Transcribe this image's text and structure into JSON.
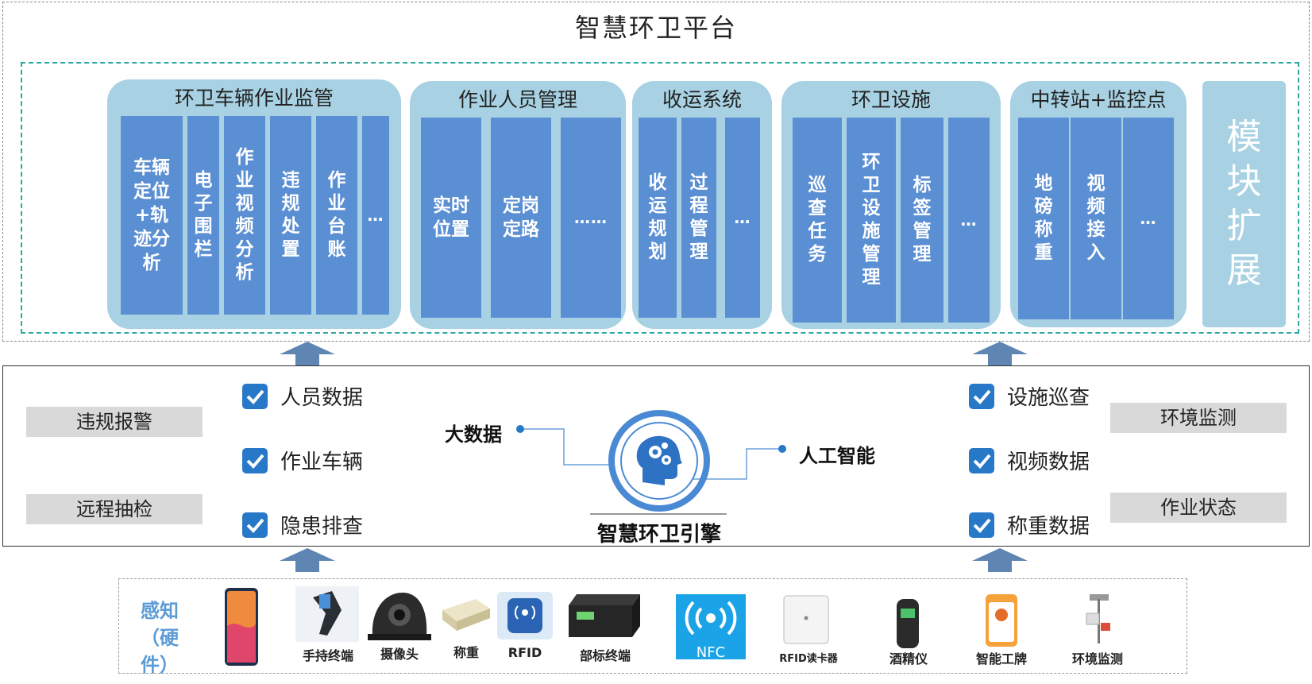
{
  "platform": {
    "title": "智慧环卫平台",
    "groups": [
      {
        "title": "环卫车辆作业监管",
        "cols": [
          "车辆定位+轨迹分析",
          "电子围栏",
          "作业视频分析",
          "违规处置",
          "作业台账",
          "…"
        ]
      },
      {
        "title": "作业人员管理",
        "cols": [
          "实时位置",
          "定岗定路",
          "……"
        ]
      },
      {
        "title": "收运系统",
        "cols": [
          "收运规划",
          "过程管理",
          "…"
        ]
      },
      {
        "title": "环卫设施",
        "cols": [
          "巡查任务",
          "环卫设施管理",
          "标签管理",
          "…"
        ]
      },
      {
        "title": "中转站+监控点",
        "cols": [
          "地磅称重",
          "视频接入",
          "…"
        ]
      }
    ],
    "extension": "模块扩展"
  },
  "engine": {
    "title": "智慧环卫引擎",
    "big_data": "大数据",
    "ai": "人工智能",
    "left_boxes": [
      "违规报警",
      "远程抽检"
    ],
    "right_boxes": [
      "环境监测",
      "作业状态"
    ],
    "left_checks": [
      "人员数据",
      "作业车辆",
      "隐患排查"
    ],
    "right_checks": [
      "设施巡查",
      "视频数据",
      "称重数据"
    ]
  },
  "hardware": {
    "label": "感知（硬件）",
    "devices": [
      "手持终端",
      "摄像头",
      "称重",
      "RFID",
      "部标终端",
      "RFID读卡器",
      "酒精仪",
      "智能工牌",
      "环境监测"
    ],
    "nfc_logo": "NFC"
  },
  "colors": {
    "column_blue": "#5b8fd3",
    "group_bg": "#a8d2e3",
    "check_blue": "#2878c8",
    "arrow_blue": "#5f86b3",
    "teal_dash": "#2aa8a0"
  }
}
